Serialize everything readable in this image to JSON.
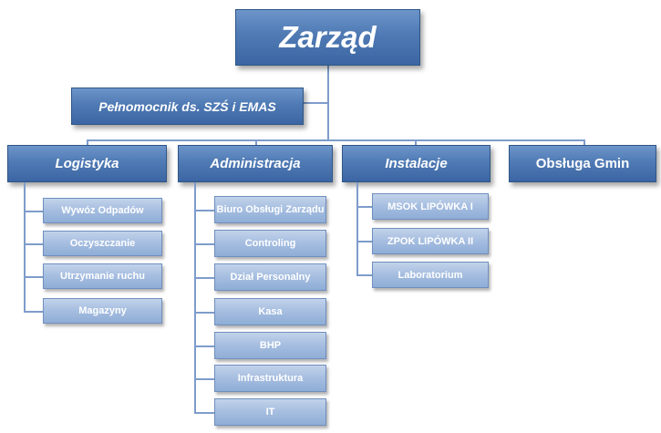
{
  "root": {
    "label": "Zarząd"
  },
  "representative": {
    "label": "Pełnomocnik ds. SZŚ i EMAS"
  },
  "departments": [
    {
      "label": "Logistyka",
      "italic": true,
      "units": [
        "Wywóz Odpadów",
        "Oczyszczanie",
        "Utrzymanie ruchu",
        "Magazyny"
      ]
    },
    {
      "label": "Administracja",
      "italic": true,
      "units": [
        "Biuro Obsługi Zarządu",
        "Controling",
        "Dział Personalny",
        "Kasa",
        "BHP",
        "Infrastruktura",
        "IT"
      ]
    },
    {
      "label": "Instalacje",
      "italic": true,
      "units": [
        "MSOK LIPÓWKA I",
        "ZPOK LIPÓWKA II",
        "Laboratorium"
      ]
    },
    {
      "label": "Obsługa Gmin",
      "italic": false,
      "units": []
    }
  ],
  "colors": {
    "dark_box": "#4f7ab4",
    "light_box": "#a5bde0",
    "connector": "#7f9ccb"
  }
}
